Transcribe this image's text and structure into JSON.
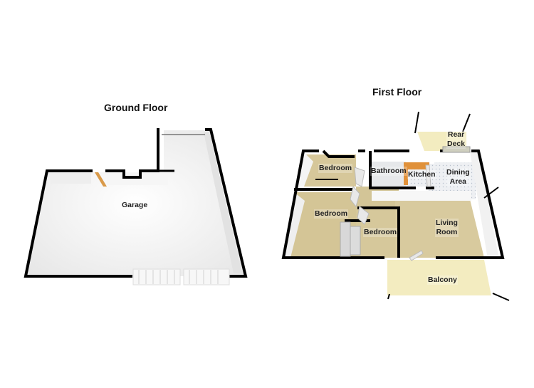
{
  "colors": {
    "wall": "#000000",
    "floor_carpet": "#d8c99c",
    "floor_garage": "#f2f2f2",
    "floor_outdoor": "#f3ecc0",
    "kitchen_units": "#e0913a",
    "tile": "#e9ecef",
    "wall_face": "#ffffff"
  },
  "ground_floor": {
    "title": "Ground Floor",
    "rooms": [
      {
        "id": "garage",
        "label": "Garage"
      }
    ]
  },
  "first_floor": {
    "title": "First Floor",
    "rooms": [
      {
        "id": "bedroom-1",
        "label": "Bedroom"
      },
      {
        "id": "bathroom",
        "label": "Bathroom"
      },
      {
        "id": "kitchen",
        "label": "Kitchen"
      },
      {
        "id": "dining-area",
        "label_line1": "Dining",
        "label_line2": "Area"
      },
      {
        "id": "rear-deck",
        "label_line1": "Rear",
        "label_line2": "Deck"
      },
      {
        "id": "bedroom-2",
        "label": "Bedroom"
      },
      {
        "id": "bedroom-3",
        "label": "Bedroom"
      },
      {
        "id": "living-room",
        "label_line1": "Living",
        "label_line2": "Room"
      },
      {
        "id": "balcony",
        "label": "Balcony"
      }
    ]
  }
}
